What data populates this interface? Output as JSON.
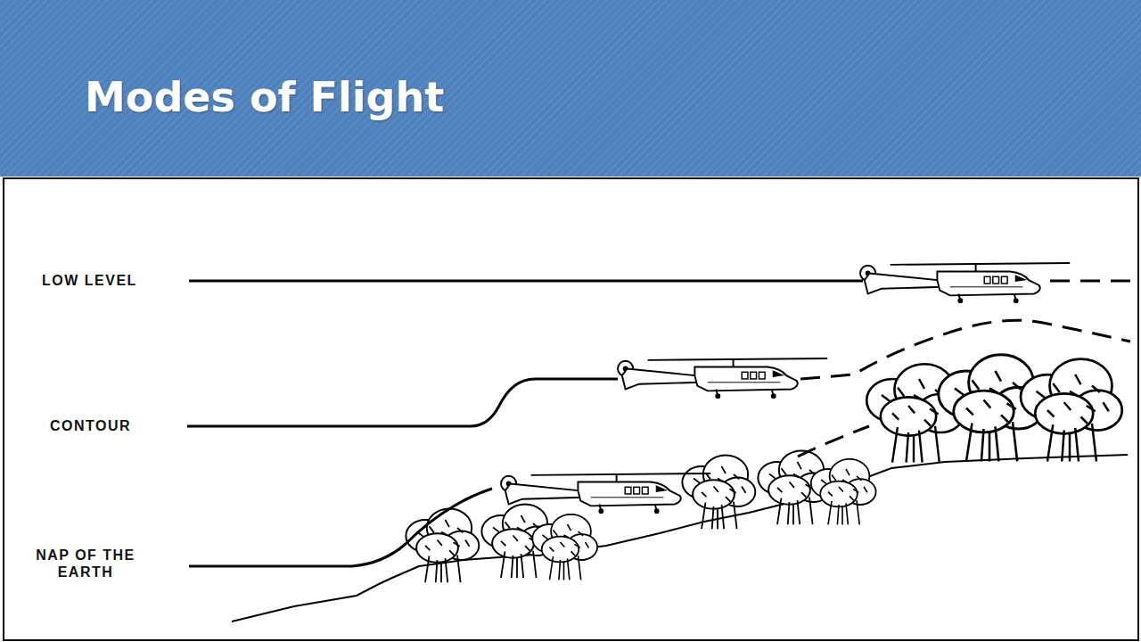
{
  "diagram": {
    "title": "Modes of Flight",
    "labels": [
      "LOW LEVEL",
      "CONTOUR",
      "NAP OF THE EARTH"
    ]
  }
}
